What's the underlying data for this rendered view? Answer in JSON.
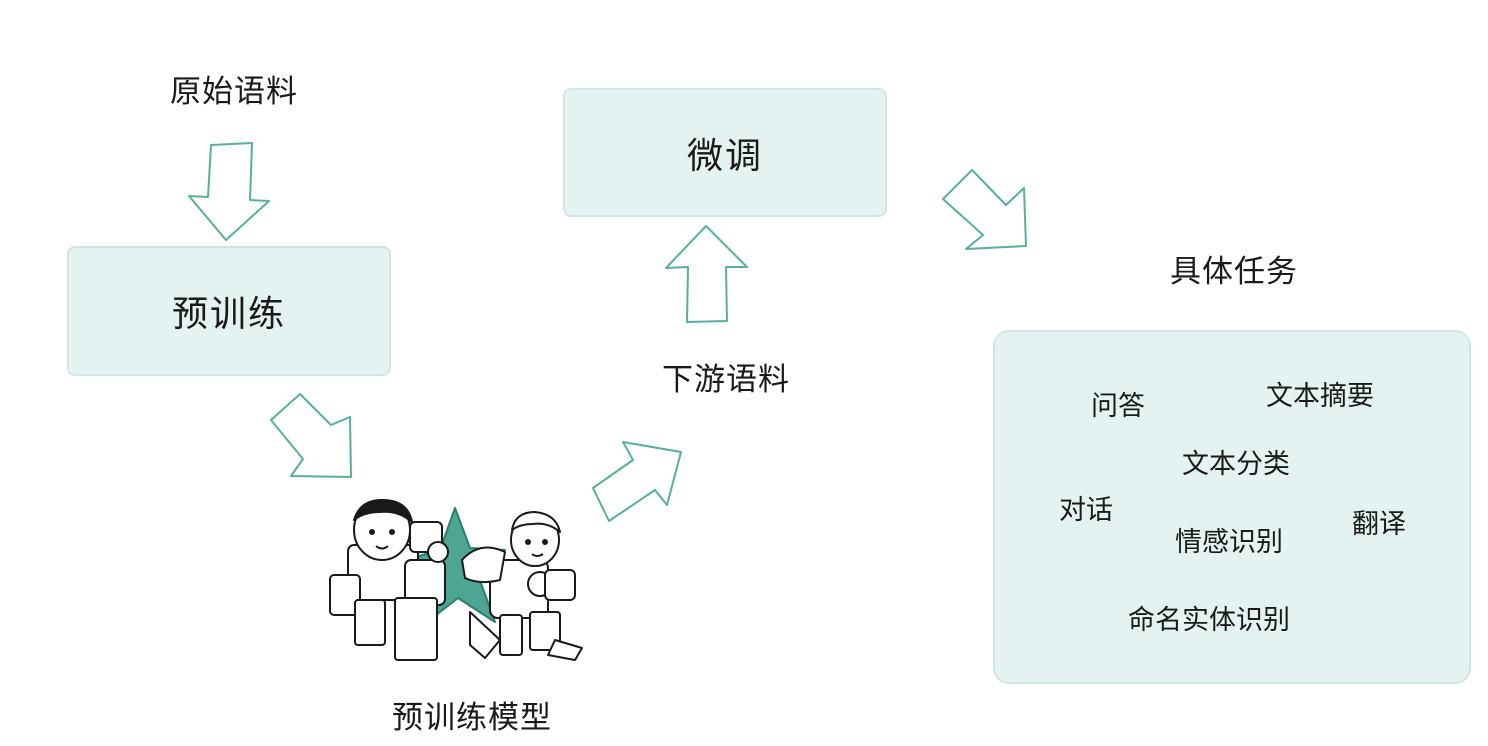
{
  "labels": {
    "raw_corpus": "原始语料",
    "downstream_corpus": "下游语料",
    "pretrained_model": "预训练模型",
    "specific_tasks": "具体任务"
  },
  "boxes": {
    "pretrain": "预训练",
    "finetune": "微调"
  },
  "tasks": {
    "qa": "问答",
    "summarization": "文本摘要",
    "classification": "文本分类",
    "dialogue": "对话",
    "translation": "翻译",
    "sentiment": "情感识别",
    "ner": "命名实体识别"
  },
  "colors": {
    "accent": "#5aae9d",
    "box_fill": "#e4f3f1",
    "box_border": "#cfe6e3",
    "ink": "#1a1a1a"
  },
  "icons": [
    "down-arrow-icon",
    "diagonal-arrow-icon",
    "up-arrow-icon",
    "robots-illustration-icon"
  ]
}
